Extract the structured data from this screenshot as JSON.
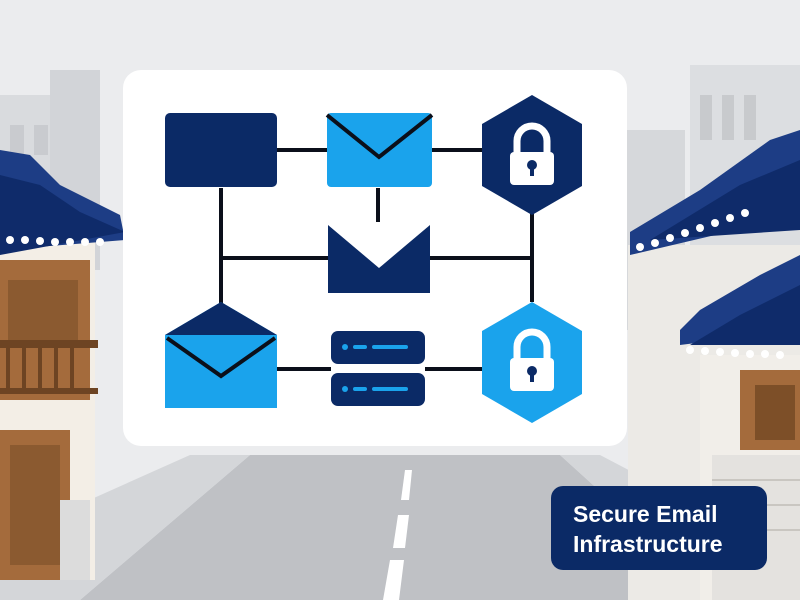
{
  "caption": {
    "line1": "Secure Email",
    "line2": "Infrastructure"
  },
  "colors": {
    "navy": "#0b2a66",
    "light_blue": "#1aa3ec",
    "card": "#ffffff",
    "road": "#bfc1c5",
    "background": "#e9eaec"
  },
  "diagram": {
    "nodes": [
      {
        "id": "box-top-left",
        "icon": "window-icon",
        "color": "navy"
      },
      {
        "id": "envelope-top",
        "icon": "envelope-icon",
        "color": "light_blue"
      },
      {
        "id": "hexagon-top-right",
        "icon": "lock-icon",
        "color": "navy"
      },
      {
        "id": "envelope-middle",
        "icon": "envelope-icon",
        "color": "navy"
      },
      {
        "id": "envelope-bottom-left",
        "icon": "envelope-icon",
        "color": "light_blue"
      },
      {
        "id": "server-stack",
        "icon": "server-icon",
        "color": "navy"
      },
      {
        "id": "hexagon-bottom-right",
        "icon": "lock-icon",
        "color": "light_blue"
      }
    ]
  }
}
